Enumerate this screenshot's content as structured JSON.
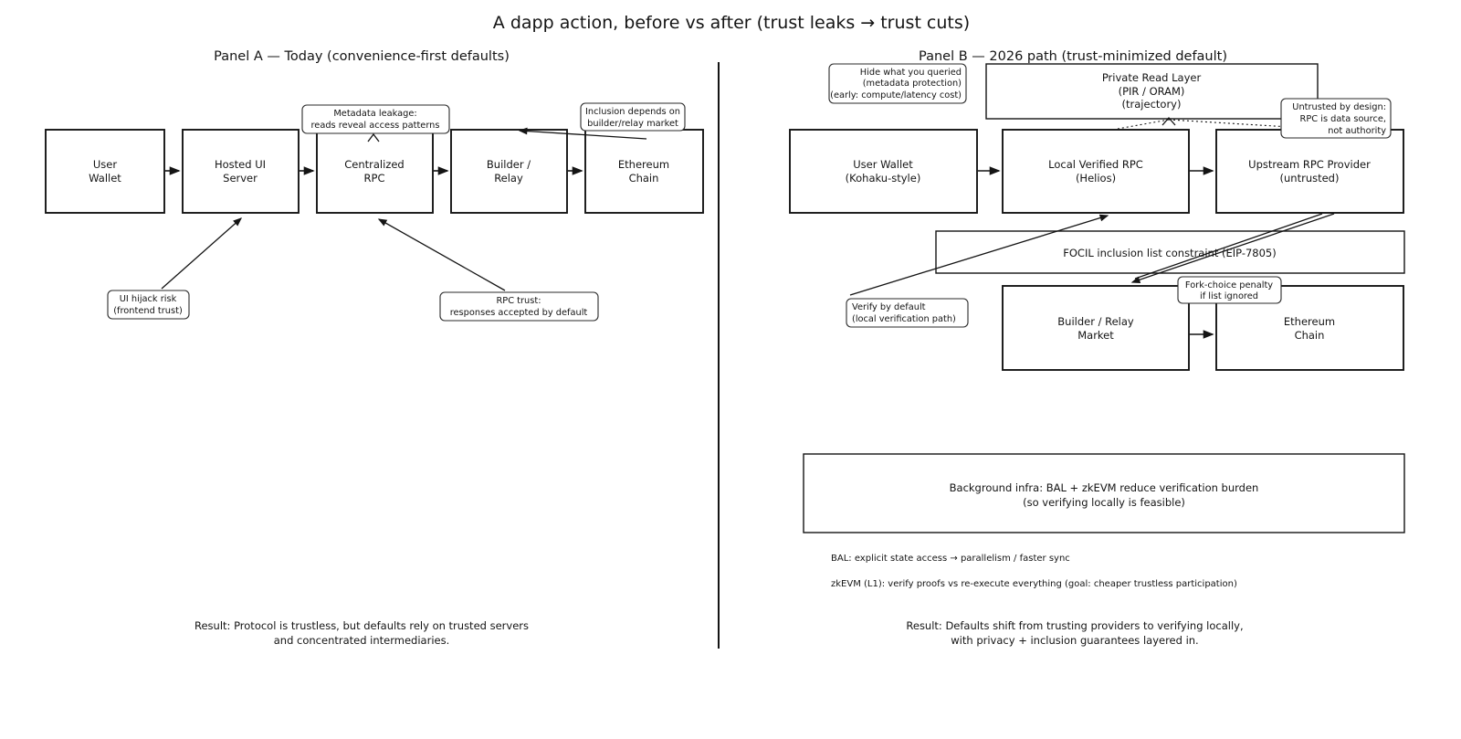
{
  "title": "A dapp action, before vs after (trust leaks → trust cuts)",
  "colors": {
    "ink": "#141414",
    "background": "#ffffff"
  },
  "panel_a": {
    "title": "Panel A — Today (convenience-first defaults)",
    "boxes": [
      {
        "name": "user-wallet",
        "lines": [
          "User",
          "Wallet"
        ]
      },
      {
        "name": "hosted-ui",
        "lines": [
          "Hosted UI",
          "Server"
        ]
      },
      {
        "name": "centralized-rpc",
        "lines": [
          "Centralized",
          "RPC"
        ]
      },
      {
        "name": "builder-relay",
        "lines": [
          "Builder /",
          "Relay"
        ]
      },
      {
        "name": "ethereum-chain",
        "lines": [
          "Ethereum",
          "Chain"
        ]
      }
    ],
    "annotations": {
      "metadata_leakage": {
        "lines": [
          "Metadata leakage:",
          "reads reveal access patterns"
        ]
      },
      "inclusion": {
        "lines": [
          "Inclusion depends on",
          "builder/relay market"
        ]
      },
      "ui_hijack": {
        "lines": [
          "UI hijack risk",
          "(frontend trust)"
        ]
      },
      "rpc_trust": {
        "lines": [
          "RPC trust:",
          "responses accepted by default"
        ]
      }
    },
    "result": {
      "lines": [
        "Result: Protocol is trustless, but defaults rely on trusted servers",
        "and concentrated intermediaries."
      ]
    }
  },
  "panel_b": {
    "title": "Panel B — 2026 path (trust-minimized default)",
    "boxes": {
      "private_read_layer": {
        "lines": [
          "Private Read Layer",
          "(PIR / ORAM)",
          "(trajectory)"
        ]
      },
      "user_wallet": {
        "lines": [
          "User Wallet",
          "(Kohaku-style)"
        ]
      },
      "local_rpc": {
        "lines": [
          "Local Verified RPC",
          "(Helios)"
        ]
      },
      "upstream_rpc": {
        "lines": [
          "Upstream RPC Provider",
          "(untrusted)"
        ]
      },
      "focil": {
        "lines": [
          "FOCIL inclusion list constraint (EIP-7805)"
        ]
      },
      "builder_market": {
        "lines": [
          "Builder / Relay",
          "Market"
        ]
      },
      "ethereum_chain": {
        "lines": [
          "Ethereum",
          "Chain"
        ]
      },
      "background_infra": {
        "lines": [
          "Background infra: BAL + zkEVM reduce verification burden",
          "(so verifying locally is feasible)"
        ]
      }
    },
    "annotations": {
      "hide_query": {
        "lines": [
          "Hide what you queried",
          "(metadata protection)",
          "(early: compute/latency cost)"
        ]
      },
      "untrusted": {
        "lines": [
          "Untrusted by design:",
          "RPC is data source,",
          "not authority"
        ]
      },
      "verify_default": {
        "lines": [
          "Verify by default",
          "(local verification path)"
        ]
      },
      "fork_choice": {
        "lines": [
          "Fork-choice penalty",
          "if list ignored"
        ]
      }
    },
    "notes": {
      "bal": "BAL: explicit state access → parallelism / faster sync",
      "zkevm": "zkEVM (L1): verify proofs vs re-execute everything (goal: cheaper trustless participation)"
    },
    "result": {
      "lines": [
        "Result: Defaults shift from trusting providers to verifying locally,",
        "with privacy + inclusion guarantees layered in."
      ]
    }
  }
}
